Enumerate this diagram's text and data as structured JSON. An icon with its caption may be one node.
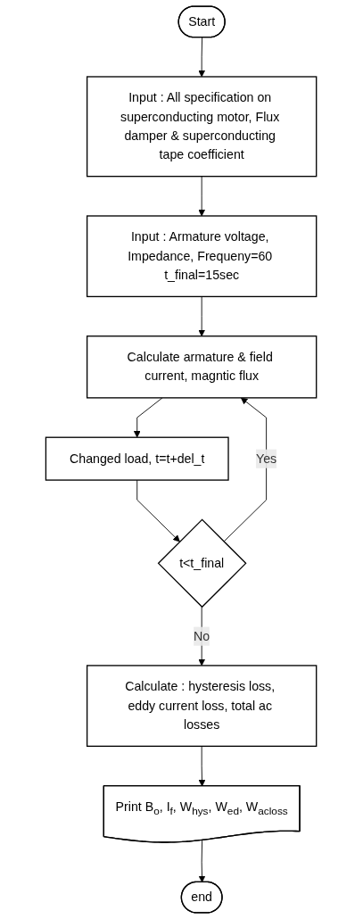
{
  "diagram": {
    "nodes": [
      {
        "text": [
          "Start"
        ]
      },
      {
        "text": [
          "Input : All specification on superconducting motor, Flux damper & superconducting tape coefficient"
        ]
      },
      {
        "text": [
          "Input : Armature voltage, Impedance, Frequeny=60 t_final=15sec"
        ]
      },
      {
        "text": [
          "Calculate armature & field current, magntic flux"
        ]
      },
      {
        "text": [
          "Changed load, t=t+del_t"
        ]
      },
      {
        "text": [
          "t<t_final"
        ]
      },
      {
        "text": [
          "Calculate : hysteresis loss, eddy current loss, total ac losses"
        ]
      },
      {
        "text": [
          "Print B$_{o}$, I$_{f}$, W$_{hys}$, W$_{ed}$, W$_{acloss}$"
        ]
      },
      {
        "text": [
          "end"
        ]
      }
    ],
    "edges": [
      {
        "from": 0,
        "to": 1,
        "arrow": "to"
      },
      {
        "from": 1,
        "to": 2,
        "arrow": "to"
      },
      {
        "from": 2,
        "to": 3,
        "arrow": "to"
      },
      {
        "from": 3,
        "to": 4,
        "arrow": "to"
      },
      {
        "from": 4,
        "to": 5,
        "arrow": "to"
      },
      {
        "from": 5,
        "to": 3,
        "arrow": "to",
        "label": "Yes"
      },
      {
        "from": 5,
        "to": 6,
        "arrow": "to",
        "label": "No"
      },
      {
        "from": 6,
        "to": 7,
        "arrow": "to"
      },
      {
        "from": 7,
        "to": 8,
        "arrow": "to"
      }
    ]
  }
}
